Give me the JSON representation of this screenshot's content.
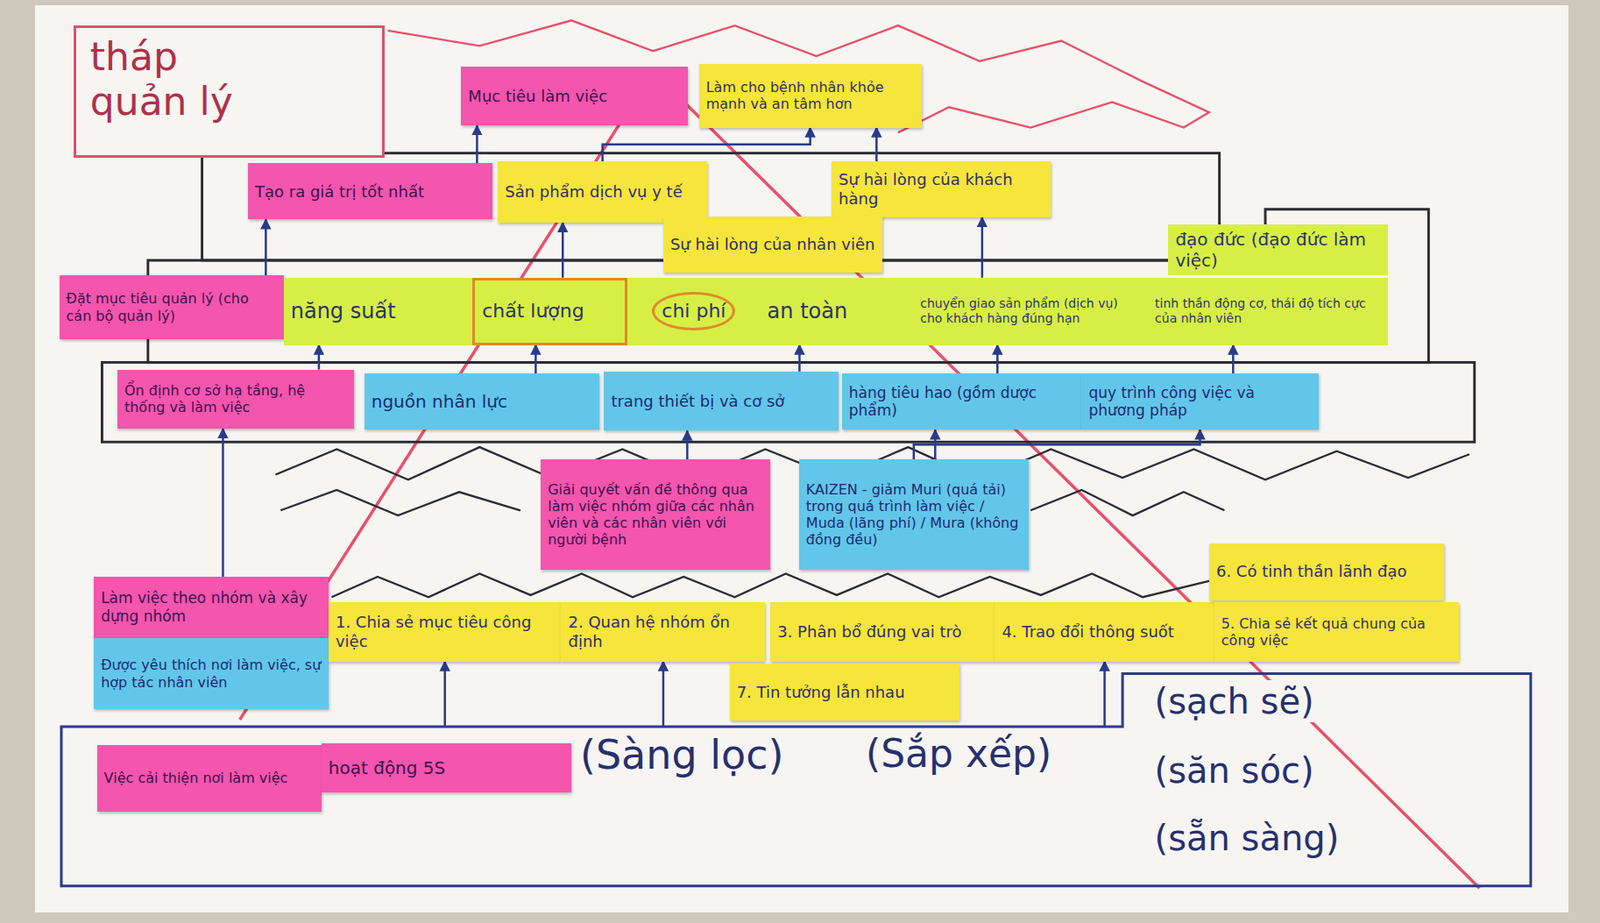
{
  "diagram": {
    "title": "tháp quản lý",
    "nodes": [
      {
        "text": [
          "Mục tiêu làm việc"
        ]
      },
      {
        "text": [
          "Làm cho bệnh nhân khỏe mạnh và an tâm hơn"
        ]
      },
      {
        "text": [
          "Tạo ra giá trị tốt nhất"
        ]
      },
      {
        "text": [
          "Sản phẩm dịch vụ y tế"
        ]
      },
      {
        "text": [
          "Sự hài lòng của khách hàng"
        ]
      },
      {
        "text": [
          "Sự hài lòng của nhân viên"
        ]
      },
      {
        "text": [
          "đạo đức (đạo đức làm việc)"
        ]
      },
      {
        "text": [
          "Đặt mục tiêu quản lý (cho cán bộ quản lý)"
        ]
      },
      {
        "text": [
          "năng suất"
        ]
      },
      {
        "text": [
          "chất lượng"
        ]
      },
      {
        "text": [
          "chi phí"
        ]
      },
      {
        "text": [
          "an toàn"
        ]
      },
      {
        "text": [
          "chuyển giao sản phẩm (dịch vụ) cho khách hàng đúng hạn"
        ]
      },
      {
        "text": [
          "tinh thần động cơ, thái độ tích cực của nhân viên"
        ]
      },
      {
        "text": [
          "Ổn định cơ sở hạ tầng, hệ thống và làm việc"
        ]
      },
      {
        "text": [
          "nguồn nhân lực"
        ]
      },
      {
        "text": [
          "trang thiết bị và cơ sở"
        ]
      },
      {
        "text": [
          "hàng tiêu hao (gồm dược phẩm)"
        ]
      },
      {
        "text": [
          "quy trình công việc và phương pháp"
        ]
      },
      {
        "text": [
          "Giải quyết vấn đề thông qua làm việc nhóm giữa các nhân viên và các nhân viên với người bệnh"
        ]
      },
      {
        "text": [
          "KAIZEN - giảm Muri (quá tải) trong quá trình làm việc / Muda (lãng phí) / Mura (không đồng đều)"
        ]
      },
      {
        "text": [
          "Làm việc theo nhóm và xây dựng nhóm"
        ]
      },
      {
        "text": [
          "Được yêu thích nơi làm việc, sự hợp tác nhân viên"
        ]
      },
      {
        "text": [
          "1. Chia sẻ mục tiêu công việc"
        ]
      },
      {
        "text": [
          "2. Quan hệ nhóm ổn định"
        ]
      },
      {
        "text": [
          "3. Phân bổ đúng vai trò"
        ]
      },
      {
        "text": [
          "4. Trao đổi thông suốt"
        ]
      },
      {
        "text": [
          "6. Có tinh thần lãnh đạo"
        ]
      },
      {
        "text": [
          "5. Chia sẻ kết quả chung của công việc"
        ]
      },
      {
        "text": [
          "7. Tin tưởng lẫn nhau"
        ]
      },
      {
        "text": [
          "(Sàng lọc)",
          "(Sắp xếp)",
          "(sạch sẽ)",
          "(săn sóc)",
          "(sẵn sàng)"
        ]
      },
      {
        "text": [
          "Việc cải thiện nơi làm việc"
        ],
        "in": 30
      },
      {
        "text": [
          "hoạt động 5S"
        ],
        "in": 30
      }
    ],
    "edges": [
      {
        "from": 2,
        "to": 0,
        "arrow": "to"
      },
      {
        "from": 3,
        "to": 1,
        "arrow": "to"
      },
      {
        "from": 4,
        "to": 1,
        "arrow": "to"
      },
      {
        "from": 7,
        "to": 2,
        "arrow": "to"
      },
      {
        "from": 9,
        "to": 3,
        "arrow": "to"
      },
      {
        "from": 12,
        "to": 4,
        "arrow": "to"
      },
      {
        "from": 14,
        "to": 8,
        "arrow": "to"
      },
      {
        "from": 15,
        "to": 9,
        "arrow": "to"
      },
      {
        "from": 16,
        "to": 11,
        "arrow": "to"
      },
      {
        "from": 17,
        "to": 12,
        "arrow": "to"
      },
      {
        "from": 18,
        "to": 13,
        "arrow": "to"
      },
      {
        "from": 21,
        "to": 14,
        "arrow": "to"
      },
      {
        "from": 19,
        "to": 16,
        "arrow": "to"
      },
      {
        "from": 20,
        "to": 17,
        "arrow": "to"
      },
      {
        "from": 20,
        "to": 18,
        "arrow": "to"
      },
      {
        "from": 30,
        "to": 23,
        "arrow": "to"
      },
      {
        "from": 30,
        "to": 24,
        "arrow": "to"
      },
      {
        "from": 30,
        "to": 26,
        "arrow": "to"
      }
    ]
  }
}
